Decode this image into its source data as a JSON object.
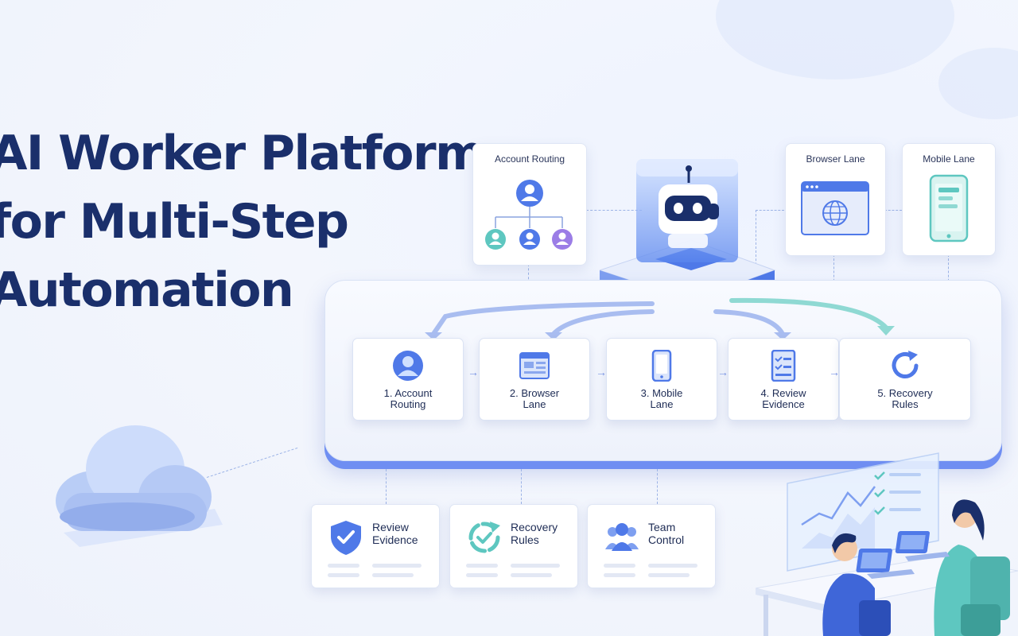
{
  "title": {
    "line1": "AI Worker Platform",
    "line2": "for Multi-Step",
    "line3": "Automation"
  },
  "top_cards": {
    "account_routing": "Account Routing",
    "browser_lane": "Browser Lane",
    "mobile_lane": "Mobile Lane"
  },
  "steps": [
    {
      "label": "1. Account\nRouting"
    },
    {
      "label": "2. Browser\nLane"
    },
    {
      "label": "3. Mobile\nLane"
    },
    {
      "label": "4. Review\nEvidence"
    },
    {
      "label": "5. Recovery\nRules"
    }
  ],
  "features": [
    {
      "label": "Review\nEvidence",
      "icon": "shield-check-icon"
    },
    {
      "label": "Recovery\nRules",
      "icon": "recovery-cycle-icon"
    },
    {
      "label": "Team\nControl",
      "icon": "team-icon"
    }
  ],
  "colors": {
    "accent": "#4f79e8",
    "title": "#1a2f6b",
    "teal": "#5ec7c0",
    "purple": "#9b7de6"
  }
}
